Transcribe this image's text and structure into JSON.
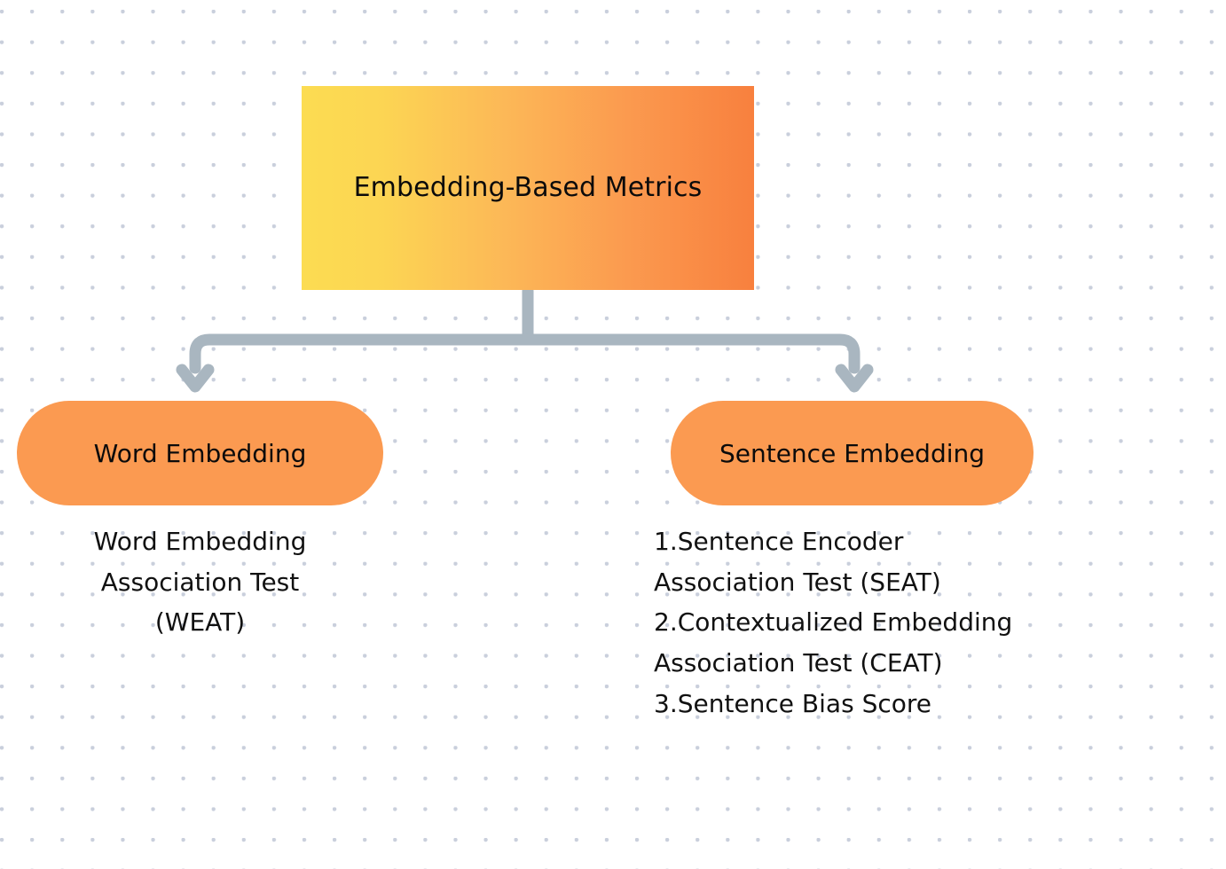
{
  "diagram": {
    "title": "Embedding-Based Metrics",
    "background": {
      "color": "#ffffff",
      "dot_color": "#c9cfdc",
      "pattern": "dot-grid"
    },
    "connector": {
      "color": "#a9b6c0",
      "style": "elbow-arrow",
      "arrowhead": "chevron-down"
    },
    "root": {
      "label": "Embedding-Based Metrics",
      "shape": "rectangle",
      "gradient_from": "#fcdc52",
      "gradient_to": "#f9803f"
    },
    "branches": [
      {
        "id": "word-embedding",
        "label": "Word Embedding",
        "shape": "pill",
        "fill": "#fb9a51",
        "items_text": "Word Embedding\nAssociation Test\n(WEAT)",
        "items": [
          "Word Embedding Association Test (WEAT)"
        ]
      },
      {
        "id": "sentence-embedding",
        "label": "Sentence Embedding",
        "shape": "pill",
        "fill": "#fb9a51",
        "items_text": "1.Sentence Encoder\nAssociation Test (SEAT)\n2.Contextualized Embedding\nAssociation Test (CEAT)\n3.Sentence Bias Score",
        "items": [
          "1.Sentence Encoder Association Test (SEAT)",
          "2.Contextualized Embedding Association Test (CEAT)",
          "3.Sentence Bias Score"
        ]
      }
    ]
  }
}
